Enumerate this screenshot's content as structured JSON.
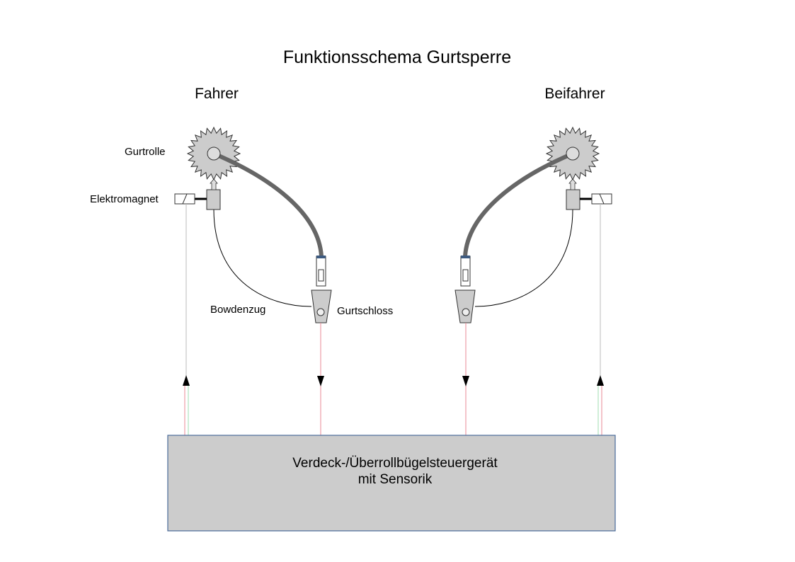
{
  "title": "Funktionsschema Gurtsperre",
  "driver": {
    "heading": "Fahrer",
    "reel": "Gurtrolle",
    "magnet": "Elektromagnet",
    "cable": "Bowdenzug",
    "buckle": "Gurtschloss"
  },
  "passenger": {
    "heading": "Beifahrer"
  },
  "control_unit": {
    "line1": "Verdeck-/Überrollbügelsteuergerät",
    "line2": "mit Sensorik"
  },
  "colors": {
    "belt": "#666666",
    "part_fill": "#cccccc",
    "box_border": "#4a6c9a",
    "signal_red": "#e88a94",
    "signal_green": "#9fdcb0"
  }
}
